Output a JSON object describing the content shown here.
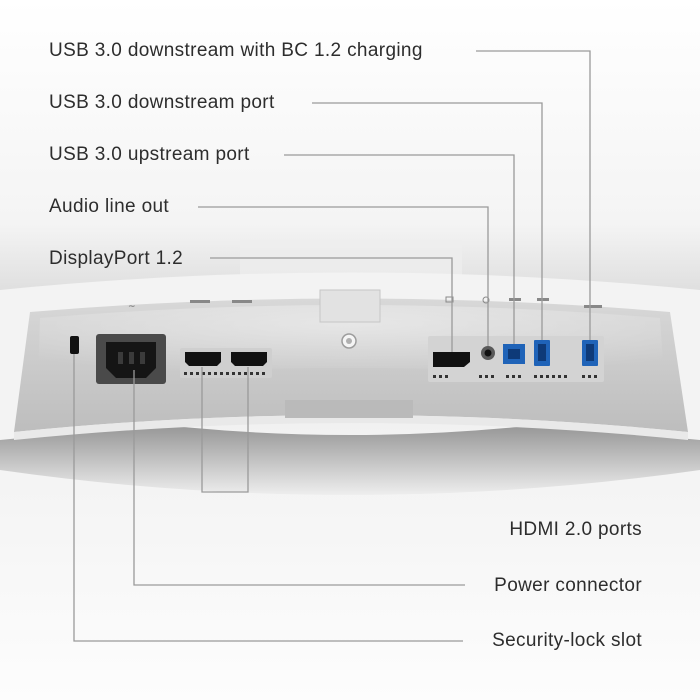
{
  "labels": {
    "usb_bc": "USB 3.0 downstream with BC 1.2 charging",
    "usb_down": "USB 3.0 downstream port",
    "usb_up": "USB 3.0 upstream port",
    "audio": "Audio line out",
    "displayport": "DisplayPort 1.2",
    "hdmi": "HDMI 2.0 ports",
    "power": "Power connector",
    "lock": "Security-lock slot"
  },
  "icons": {
    "power": "tilde-ac-icon",
    "hdmi": "hdmi-port-icon",
    "dp": "displayport-icon",
    "audio": "headphone-icon",
    "usb": "usb-icon",
    "lock": "lock-slot-icon"
  },
  "colors": {
    "leader_line": "#9a9a9a",
    "text": "#2d2d2d",
    "panel": "#c9c9c9",
    "bezel": "#f2f2f2",
    "usb_blue": "#1f63b8",
    "port_black": "#111111"
  }
}
